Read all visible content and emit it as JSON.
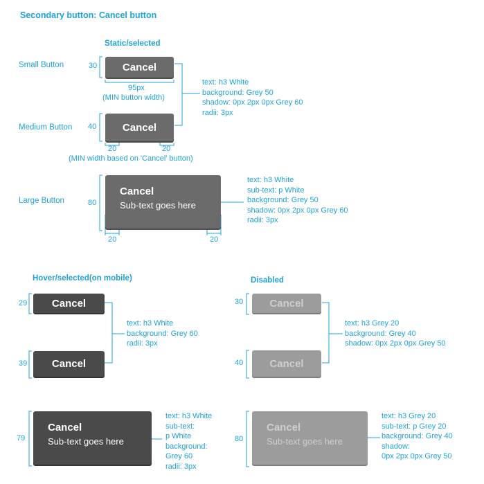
{
  "page_title": "Secondary button: Cancel button",
  "sections": {
    "static": "Static/selected",
    "hover": "Hover/selected(on mobile)",
    "disabled": "Disabled"
  },
  "row_labels": {
    "small": "Small Button",
    "medium": "Medium Button",
    "large": "Large Button"
  },
  "button": {
    "label": "Cancel",
    "subtext": "Sub-text goes here"
  },
  "dimensions": {
    "small_height": "30",
    "medium_height": "40",
    "large_height": "80",
    "min_width_value": "95px",
    "min_width_note": "(MIN button width)",
    "padding": "20",
    "medium_note": "(MIN width based on 'Cancel' button)",
    "hover_small_height": "29",
    "hover_medium_height": "39",
    "hover_large_height": "79",
    "disabled_small_height": "30",
    "disabled_medium_height": "40",
    "disabled_large_height": "80"
  },
  "specs": {
    "static_basic": [
      "text: h3 White",
      "background: Grey 50",
      "shadow: 0px 2px 0px Grey 60",
      "radii: 3px"
    ],
    "static_large": [
      "text: h3 White",
      "sub-text: p White",
      "background: Grey 50",
      "shadow: 0px 2px 0px Grey 60",
      "radii: 3px"
    ],
    "hover_basic": [
      "text: h3 White",
      "background: Grey 60",
      "radii: 3px"
    ],
    "hover_large": [
      "text: h3 White",
      "sub-text:",
      "p White",
      "background:",
      "Grey 60",
      "radii: 3px"
    ],
    "disabled_basic": [
      "text: h3 Grey 20",
      "background: Grey 40",
      "shadow: 0px 2px 0px Grey 50"
    ],
    "disabled_large": [
      "text: h3 Grey 20",
      "sub-text: p Grey 20",
      "background: Grey 40",
      "shadow:",
      "0px 2px 0px Grey 50"
    ]
  },
  "colors": {
    "annotation": "#1fa3d8",
    "static_bg": "#6b6b6b",
    "hover_bg": "#4a4a4a",
    "disabled_bg": "#9c9c9c",
    "disabled_text": "#cfcfcf"
  }
}
